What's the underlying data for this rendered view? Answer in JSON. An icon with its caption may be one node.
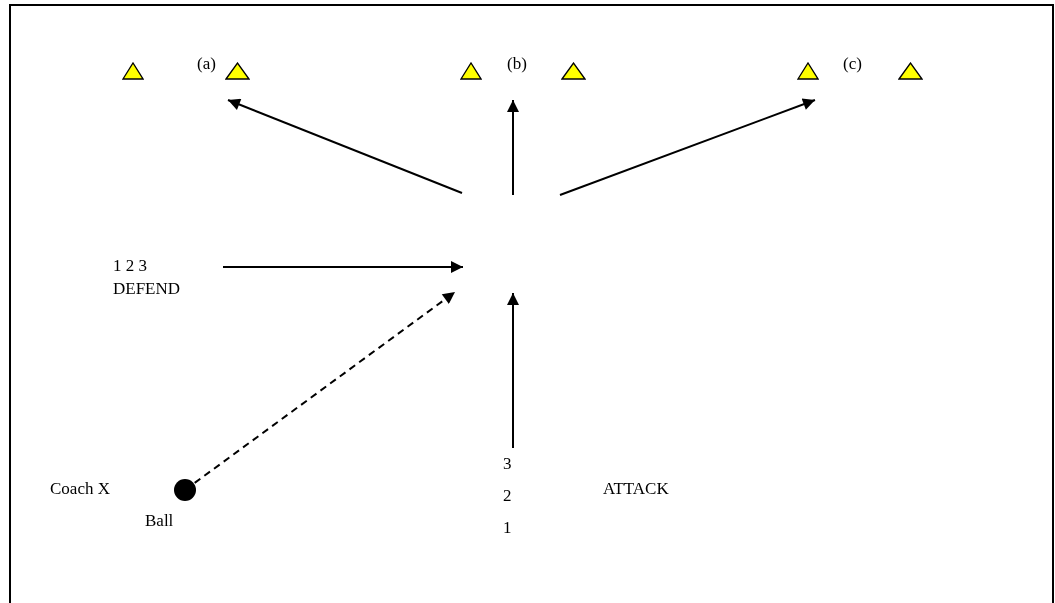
{
  "diagram": {
    "nodes": [
      {
        "text": [
          "(a)"
        ]
      },
      {
        "text": [
          "(b)"
        ]
      },
      {
        "text": [
          "(c)"
        ]
      },
      {
        "text": [
          "1 2 3",
          "DEFEND"
        ]
      },
      {
        "text": [],
        "shape": "circle",
        "beside": [
          "Coach X",
          "Ball"
        ]
      },
      {
        "text": [
          "3 2 1"
        ]
      }
    ],
    "labels": [
      "ATTACK"
    ],
    "edges": [
      {
        "from": null,
        "to": 0,
        "arrow": "to"
      },
      {
        "from": null,
        "to": 1,
        "arrow": "to"
      },
      {
        "from": null,
        "to": 2,
        "arrow": "to"
      },
      {
        "from": 3,
        "to": null,
        "arrow": "to"
      },
      {
        "from": 4,
        "to": null,
        "arrow": "to",
        "style": "dashed"
      },
      {
        "from": 5,
        "to": null,
        "arrow": "to"
      }
    ]
  }
}
